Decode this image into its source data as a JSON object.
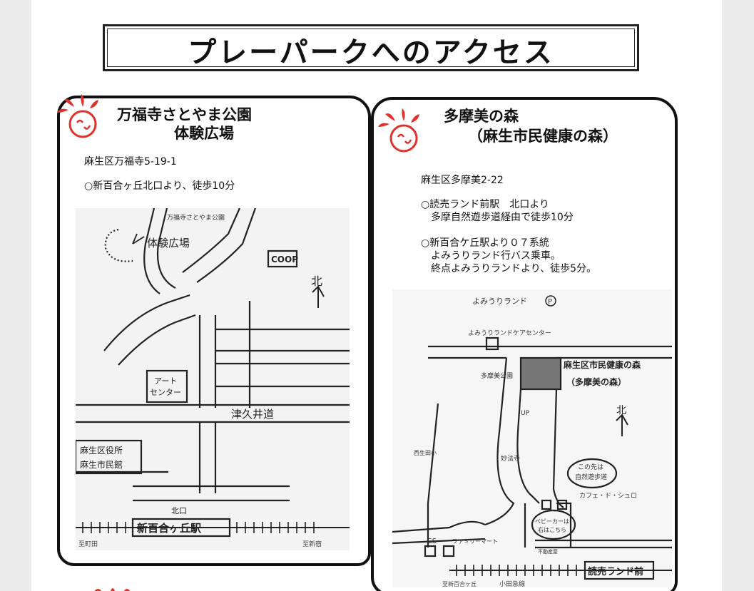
{
  "page": {
    "title": "プレーパークへのアクセス"
  },
  "left_card": {
    "title_line1": "万福寺さとやま公園",
    "title_line2": "体験広場",
    "address": "麻生区万福寺5-19-1",
    "access": "○新百合ヶ丘北口より、徒歩10分",
    "map": {
      "label_park": "万福寺さとやま公園",
      "label_area": "体験広場",
      "label_coop": "COOP",
      "label_art1": "アート",
      "label_art2": "センター",
      "label_road": "津久井道",
      "label_office1": "麻生区役所",
      "label_office2": "麻生市民館",
      "label_exit": "北口",
      "label_station": "新百合ヶ丘駅",
      "label_north": "北",
      "label_kyoto": "至町田",
      "label_shinjuku": "至新宿"
    }
  },
  "right_card": {
    "title_line1": "多摩美の森",
    "title_line2": "（麻生市民健康の森）",
    "address": "麻生区多摩美2-22",
    "access1": "○読売ランド前駅　北口より\n　多摩自然遊歩道経由で徒歩10分",
    "access2": "○新百合ケ丘駅より０７系統\n　よみうりランド行バス乗車。\n　終点よみうりランドより、徒歩5分。",
    "map": {
      "label_yomiuri": "よみうりランド",
      "label_p": "P",
      "label_care": "よみうりランドケアセンター",
      "label_forest1": "麻生区市民健康の森",
      "label_forest2": "（多摩美の森）",
      "label_tamabi_park": "多摩美公園",
      "label_up": "UP",
      "label_myojin": "妙法寺",
      "label_walk1": "この先は",
      "label_walk2": "自然遊歩道",
      "label_cafe": "カフェ・ド・シュロ",
      "label_baby1": "ベビーカーは",
      "label_baby2": "右はこちら",
      "label_family": "ファミリーマート",
      "label_gs": "GS",
      "label_station": "読売ランド前",
      "label_line": "小田急線",
      "label_to_shinyuri": "至新百合ヶ丘",
      "label_north": "北",
      "label_nishimichi": "西生田小",
      "label_fudosan": "不動産屋"
    }
  },
  "colors": {
    "sun_red": "#e0322b",
    "ink": "#111111"
  }
}
